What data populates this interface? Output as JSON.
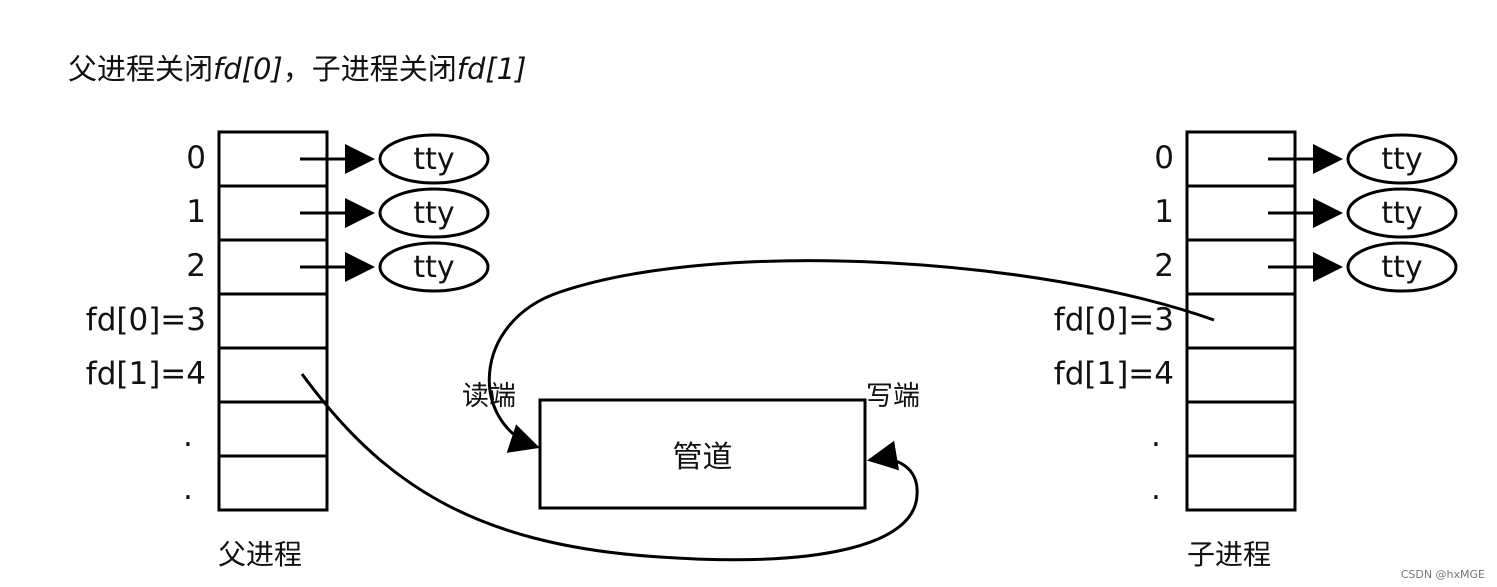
{
  "title": {
    "part1": "父进程关闭",
    "part2": "fd[0]",
    "part3": "，子进程关闭",
    "part4": "fd[1]"
  },
  "parent": {
    "labels": [
      "0",
      "1",
      "2",
      "fd[0]=3",
      "fd[1]=4",
      ".",
      "."
    ],
    "process_label": "父进程",
    "tty": [
      "tty",
      "tty",
      "tty"
    ]
  },
  "child": {
    "labels": [
      "0",
      "1",
      "2",
      "fd[0]=3",
      "fd[1]=4",
      ".",
      "."
    ],
    "process_label": "子进程",
    "tty": [
      "tty",
      "tty",
      "tty"
    ]
  },
  "pipe": {
    "label": "管道",
    "read_end": "读端",
    "write_end": "写端"
  },
  "watermark": "CSDN @hxMGE"
}
